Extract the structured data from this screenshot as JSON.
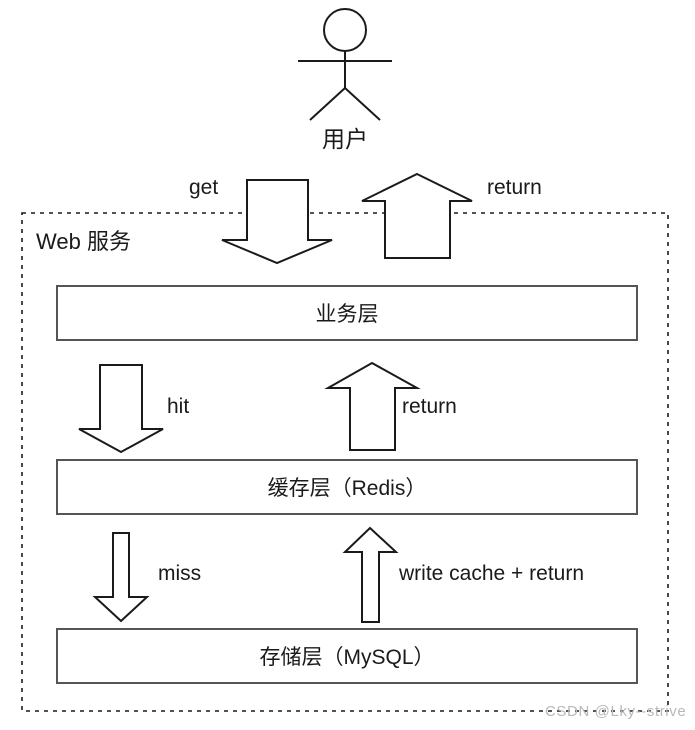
{
  "diagram": {
    "actor": {
      "name": "user-actor",
      "label": "用户"
    },
    "zone": {
      "label": "Web 服务"
    },
    "layers": [
      {
        "id": "business",
        "label": "业务层"
      },
      {
        "id": "cache",
        "label": "缓存层（Redis）"
      },
      {
        "id": "storage",
        "label": "存储层（MySQL）"
      }
    ],
    "edges": [
      {
        "id": "get",
        "label": "get",
        "direction": "down"
      },
      {
        "id": "return-top",
        "label": "return",
        "direction": "up"
      },
      {
        "id": "hit",
        "label": "hit",
        "direction": "down"
      },
      {
        "id": "return-mid",
        "label": "return",
        "direction": "up"
      },
      {
        "id": "miss",
        "label": "miss",
        "direction": "down"
      },
      {
        "id": "write-cache",
        "label": "write cache + return",
        "direction": "up"
      }
    ],
    "watermark": "CSDN @Lky--strive",
    "colors": {
      "stroke": "#1a1a1a",
      "box_stroke": "#555555",
      "background": "#ffffff",
      "watermark": "#b9b9b9"
    }
  }
}
